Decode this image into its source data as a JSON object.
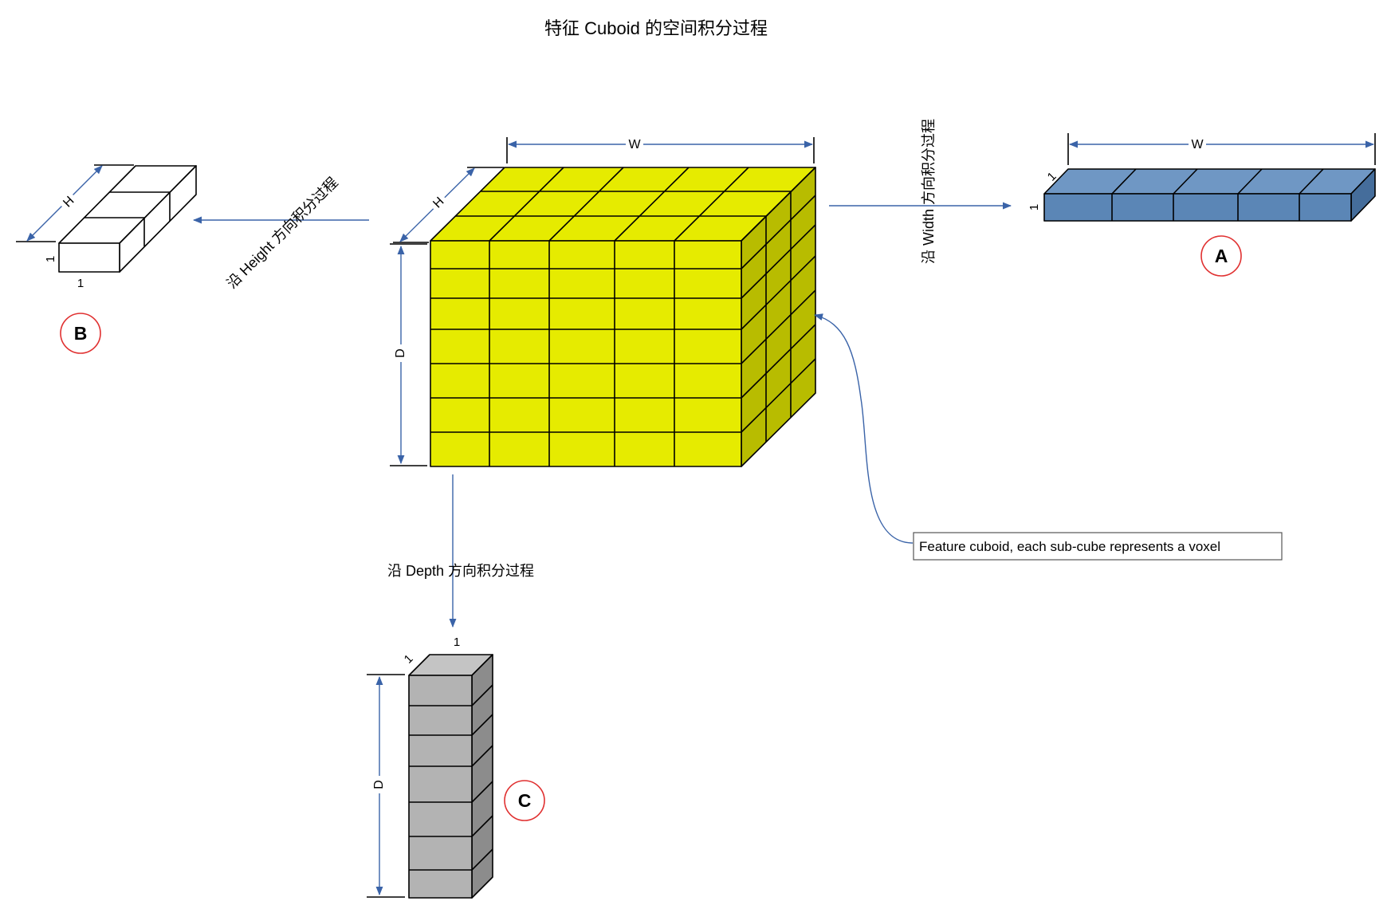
{
  "title": "特征 Cuboid 的空间积分过程",
  "main_cuboid": {
    "label_width": "W",
    "label_height": "H",
    "label_depth": "D",
    "colors": {
      "front": "#e6eb00",
      "top": "#e6eb00",
      "side": "#b8bc00"
    }
  },
  "arrows": {
    "height": "沿 Height 方向积分过程",
    "width": "沿 Width 方向积分过程",
    "depth": "沿 Depth 方向积分过程"
  },
  "callout": {
    "text": "Feature cuboid,  each sub-cube represents a voxel"
  },
  "result_a": {
    "badge": "A",
    "label_width": "W",
    "label_one_a": "1",
    "label_one_b": "1",
    "colors": {
      "front": "#5b86b6",
      "top": "#6f97c4",
      "side": "#456d9b"
    }
  },
  "result_b": {
    "badge": "B",
    "label_height": "H",
    "label_one_a": "1",
    "label_one_b": "1",
    "colors": {
      "front": "#ffffff",
      "top": "#ffffff",
      "side": "#ffffff"
    }
  },
  "result_c": {
    "badge": "C",
    "label_depth": "D",
    "label_one_a": "1",
    "label_one_b": "1",
    "colors": {
      "front": "#b3b3b3",
      "top": "#c4c4c4",
      "side": "#8c8c8c"
    }
  },
  "colors": {
    "arrow": "#3a63a8",
    "badge_ring": "#e03030"
  }
}
